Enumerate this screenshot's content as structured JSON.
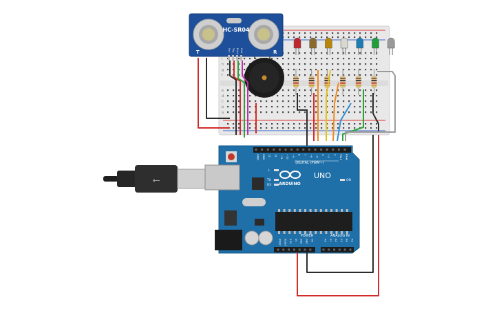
{
  "sensor": {
    "model": "HC-SR04",
    "corner_left": "T",
    "corner_right": "R",
    "pins": [
      "Vcc",
      "Trig",
      "Echo",
      "Gnd"
    ]
  },
  "breadboard": {
    "row_labels_top": [
      "j",
      "i",
      "h",
      "g",
      "f"
    ],
    "row_labels_bottom": [
      "e",
      "d",
      "c",
      "b",
      "a"
    ]
  },
  "leds": [
    {
      "color": "#c0272d"
    },
    {
      "color": "#8a6a2e"
    },
    {
      "color": "#b8860b"
    },
    {
      "color": "#d8d8d0"
    },
    {
      "color": "#1b7db3"
    },
    {
      "color": "#1f9e3a"
    },
    {
      "color": "#9a9a9a"
    }
  ],
  "arduino": {
    "brand": "ARDUINO",
    "model": "UNO",
    "digital_label": "DIGITAL (PWM~)",
    "analog_label": "ANALOG IN",
    "power_label": "POWER",
    "on_label": "ON",
    "tx_label": "TX",
    "rx_label": "RX",
    "l_label": "L",
    "digital_pins": [
      "AREF",
      "GND",
      "13",
      "12",
      "~11",
      "~10",
      "~9",
      "8",
      "7",
      "~6",
      "~5",
      "4",
      "~3",
      "2",
      "TX▸1",
      "RX◂0"
    ],
    "power_pins": [
      "IOREF",
      "RESET",
      "3.3V",
      "5V",
      "GND",
      "GND",
      "Vin"
    ],
    "analog_pins": [
      "A0",
      "A1",
      "A2",
      "A3",
      "A4",
      "A5"
    ]
  },
  "colors": {
    "board_blue": "#1f6fa8",
    "breadboard": "#e6e6e6",
    "wire_red": "#d22b2b",
    "wire_black": "#2b2b2b",
    "wire_green": "#2aa33a",
    "wire_magenta": "#c02fa8",
    "wire_orange": "#f08a1c",
    "wire_yellow": "#e6c21a",
    "wire_blue": "#2e8fd8",
    "wire_gray": "#9a9a9a"
  }
}
